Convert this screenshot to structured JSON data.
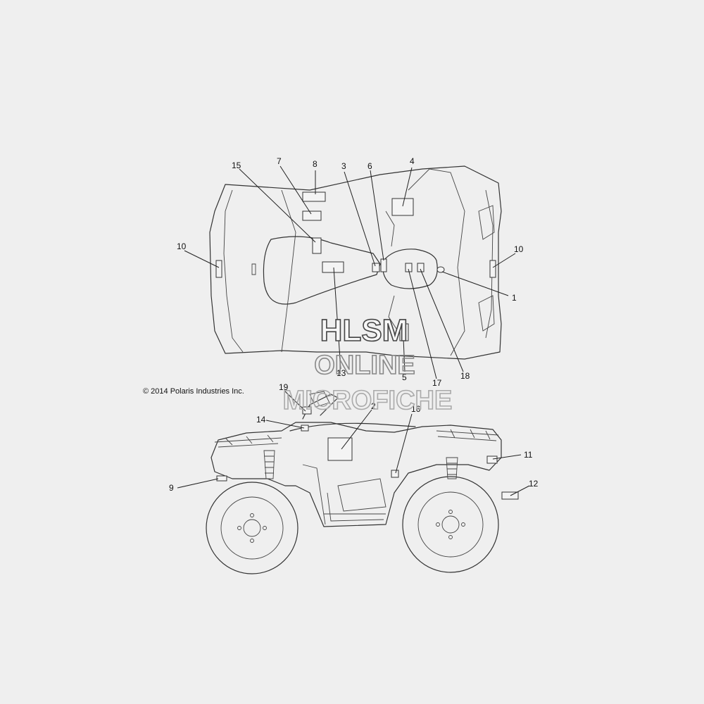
{
  "copyright": "© 2014 Polaris Industries Inc.",
  "watermark": {
    "line1": "HLSM",
    "line2": "ONLINE",
    "line3": "MICROFICHE"
  },
  "callouts": [
    {
      "id": "callout-1",
      "label": "1"
    },
    {
      "id": "callout-2",
      "label": "2"
    },
    {
      "id": "callout-3",
      "label": "3"
    },
    {
      "id": "callout-4",
      "label": "4"
    },
    {
      "id": "callout-5",
      "label": "5"
    },
    {
      "id": "callout-6",
      "label": "6"
    },
    {
      "id": "callout-7",
      "label": "7"
    },
    {
      "id": "callout-8",
      "label": "8"
    },
    {
      "id": "callout-9",
      "label": "9"
    },
    {
      "id": "callout-10-left",
      "label": "10"
    },
    {
      "id": "callout-10-right",
      "label": "10"
    },
    {
      "id": "callout-11",
      "label": "11"
    },
    {
      "id": "callout-12",
      "label": "12"
    },
    {
      "id": "callout-13",
      "label": "13"
    },
    {
      "id": "callout-14",
      "label": "14"
    },
    {
      "id": "callout-15",
      "label": "15"
    },
    {
      "id": "callout-16",
      "label": "16"
    },
    {
      "id": "callout-17",
      "label": "17"
    },
    {
      "id": "callout-18",
      "label": "18"
    },
    {
      "id": "callout-19",
      "label": "19"
    }
  ]
}
